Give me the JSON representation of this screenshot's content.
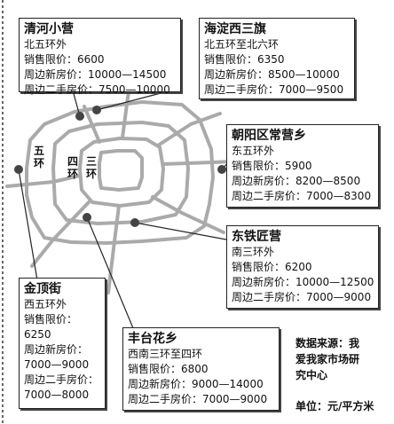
{
  "ring_labels": {
    "fifth": [
      "五",
      "环"
    ],
    "fourth": [
      "四",
      "环"
    ],
    "third": [
      "三",
      "环"
    ]
  },
  "locations": [
    {
      "title": "清河小营",
      "lines": [
        "北五环外",
        "销售限价：6600",
        "周边新房价：10000—14500",
        "周边二手房价：7500—10000"
      ]
    },
    {
      "title": "海淀西三旗",
      "lines": [
        "北五环至北六环",
        "销售限价：6350",
        "周边新房价：8500—10000",
        "周边二手房价：7000—9500"
      ]
    },
    {
      "title": "朝阳区常营乡",
      "lines": [
        "东五环外",
        "销售限价：5900",
        "周边新房价：8200—8500",
        "周边二手房价：7000—8300"
      ]
    },
    {
      "title": "东铁匠营",
      "lines": [
        "南三环外",
        "销售限价：6200",
        "周边新房价：10000—12500",
        "周边二手房价：7000—9000"
      ]
    },
    {
      "title": "金顶街",
      "lines": [
        "西五环外",
        "销售限价：",
        "6250",
        "周边新房价：",
        "7000—9000",
        "周边二手房价：",
        "7000—8000"
      ]
    },
    {
      "title": "丰台花乡",
      "lines": [
        "西南三环至四环",
        "销售限价：6800",
        "周边新房价：9000—14000",
        "周边二手房价：7000—9000"
      ]
    }
  ],
  "notes": {
    "source": [
      "数据来源：我",
      "爱我家市场研",
      "究中心"
    ],
    "unit": "单位：元/平方米"
  },
  "colors": {
    "road": "#aaaaaa",
    "border": "#222222",
    "marker": "#444444"
  }
}
